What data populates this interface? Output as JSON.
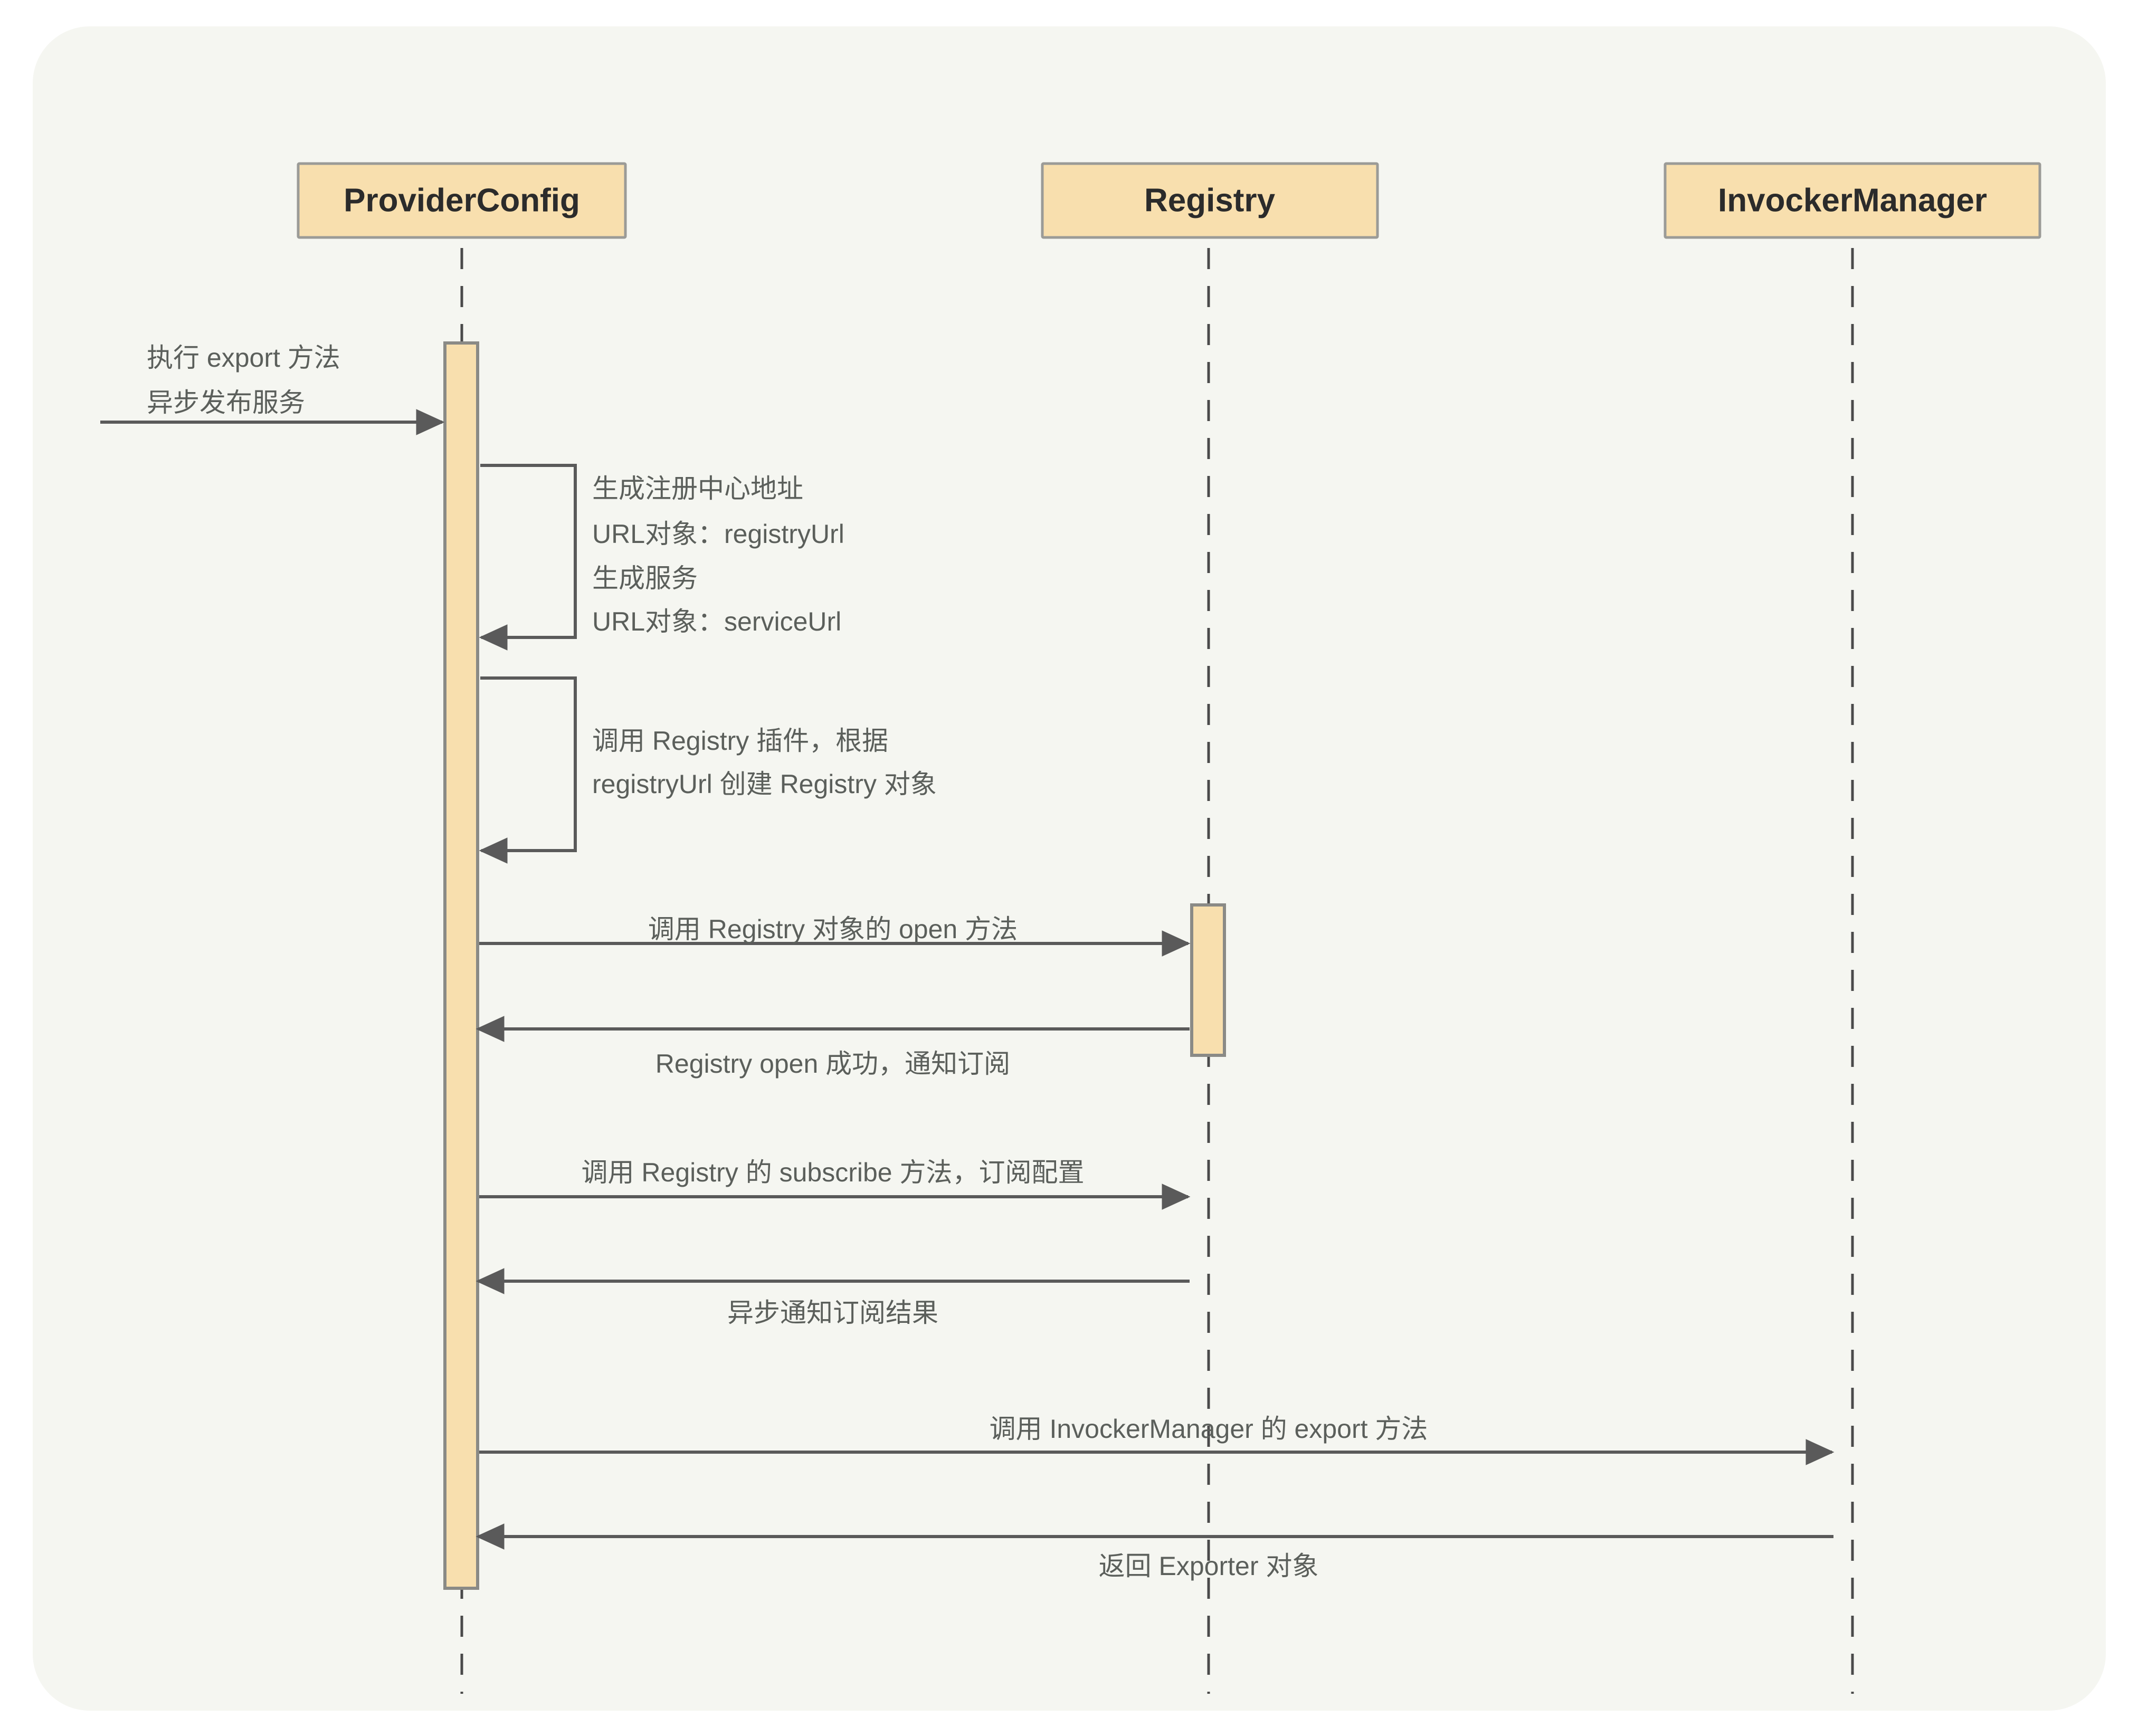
{
  "diagram": {
    "kind": "uml-sequence-diagram",
    "canvas_background": "#f5f6f1",
    "page_background": "#ffffff",
    "accent_color": "#f8dfae",
    "line_color": "#5a5a5a",
    "text_color": "#5b5f5b",
    "title_color": "#2b2b2b"
  },
  "participants": [
    {
      "id": "provider",
      "name": "ProviderConfig"
    },
    {
      "id": "registry",
      "name": "Registry"
    },
    {
      "id": "invoker",
      "name": "InvockerManager"
    }
  ],
  "messages": [
    {
      "id": "m1",
      "from": "actor",
      "to": "provider",
      "kind": "call",
      "lines": [
        "执行 export 方法",
        "异步发布服务"
      ],
      "label": "执行 export 方法 / 异步发布服务"
    },
    {
      "id": "m2",
      "from": "provider",
      "to": "provider",
      "kind": "self",
      "lines": [
        "生成注册中心地址",
        "URL对象：registryUrl",
        "生成服务",
        "URL对象：serviceUrl"
      ],
      "label": "生成注册中心地址 / URL对象：registryUrl / 生成服务 / URL对象：serviceUrl"
    },
    {
      "id": "m3",
      "from": "provider",
      "to": "provider",
      "kind": "self",
      "lines": [
        "调用 Registry 插件，根据",
        "registryUrl 创建 Registry 对象"
      ],
      "label": "调用 Registry 插件，根据 registryUrl 创建 Registry 对象"
    },
    {
      "id": "m4",
      "from": "provider",
      "to": "registry",
      "kind": "call",
      "lines": [
        "调用 Registry 对象的 open 方法"
      ],
      "label": "调用 Registry 对象的 open 方法"
    },
    {
      "id": "m5",
      "from": "registry",
      "to": "provider",
      "kind": "return",
      "lines": [
        "Registry open 成功，通知订阅"
      ],
      "label": "Registry open 成功，通知订阅"
    },
    {
      "id": "m6",
      "from": "provider",
      "to": "registry",
      "kind": "call",
      "lines": [
        "调用 Registry 的 subscribe 方法，订阅配置"
      ],
      "label": "调用 Registry 的 subscribe 方法，订阅配置"
    },
    {
      "id": "m7",
      "from": "registry",
      "to": "provider",
      "kind": "return",
      "lines": [
        "异步通知订阅结果"
      ],
      "label": "异步通知订阅结果"
    },
    {
      "id": "m8",
      "from": "provider",
      "to": "invoker",
      "kind": "call",
      "lines": [
        "调用  InvockerManager 的 export 方法"
      ],
      "label": "调用  InvockerManager 的 export 方法"
    },
    {
      "id": "m9",
      "from": "invoker",
      "to": "provider",
      "kind": "return",
      "lines": [
        "返回 Exporter 对象"
      ],
      "label": "返回 Exporter 对象"
    }
  ]
}
